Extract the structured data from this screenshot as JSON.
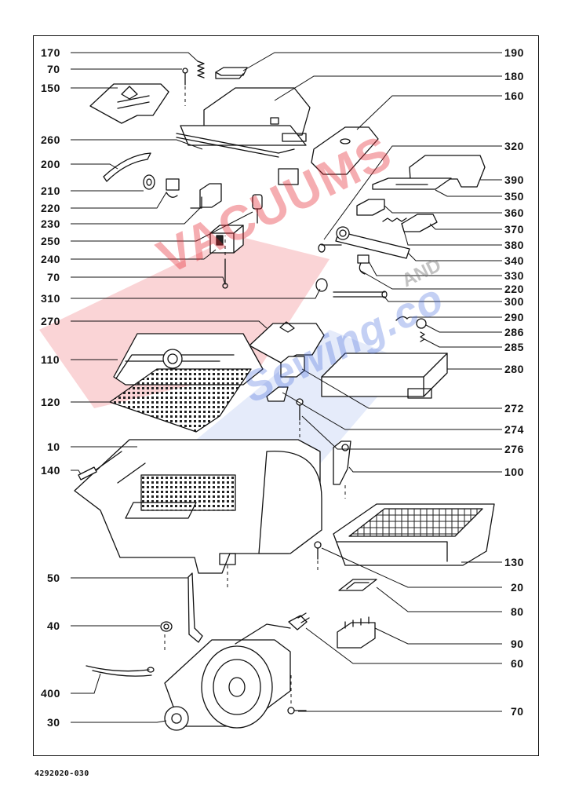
{
  "left_labels": [
    "170",
    "70",
    "150",
    "260",
    "200",
    "210",
    "220",
    "230",
    "250",
    "240",
    "70",
    "310",
    "270",
    "110",
    "120",
    "10",
    "140",
    "50",
    "40",
    "400",
    "30"
  ],
  "right_labels": [
    "190",
    "180",
    "160",
    "320",
    "390",
    "350",
    "360",
    "370",
    "380",
    "340",
    "330",
    "220",
    "300",
    "290",
    "286",
    "285",
    "280",
    "272",
    "274",
    "276",
    "100",
    "130",
    "20",
    "80",
    "90",
    "60",
    "70"
  ],
  "document_number": "4292020-030",
  "watermark": {
    "line1": "VACUUMS",
    "line2": "Sewing.co",
    "line3": "AND"
  },
  "colors": {
    "ink": "#111111",
    "watermark_red": "#e62832",
    "watermark_blue": "#466edc"
  }
}
